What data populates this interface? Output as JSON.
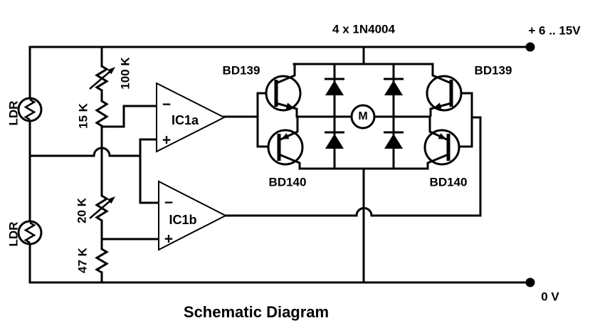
{
  "title": "Schematic Diagram",
  "colors": {
    "ink": "#000000",
    "paper": "#ffffff"
  },
  "power": {
    "positive_rail": "+ 6 .. 15V",
    "ground_rail": "0 V"
  },
  "parts": {
    "diode_set": "4 x 1N4004",
    "q_top_left": "BD139",
    "q_top_right": "BD139",
    "q_bottom_left": "BD140",
    "q_bottom_right": "BD140",
    "opamp_a": "IC1a",
    "opamp_b": "IC1b",
    "motor": "M",
    "ldr_upper": "LDR",
    "ldr_lower": "LDR",
    "pot_upper": "100 K",
    "res_upper": "15 K",
    "pot_lower": "20 K",
    "res_lower": "47 K"
  },
  "opamp_pins": {
    "inverting": "−",
    "noninverting": "+"
  }
}
